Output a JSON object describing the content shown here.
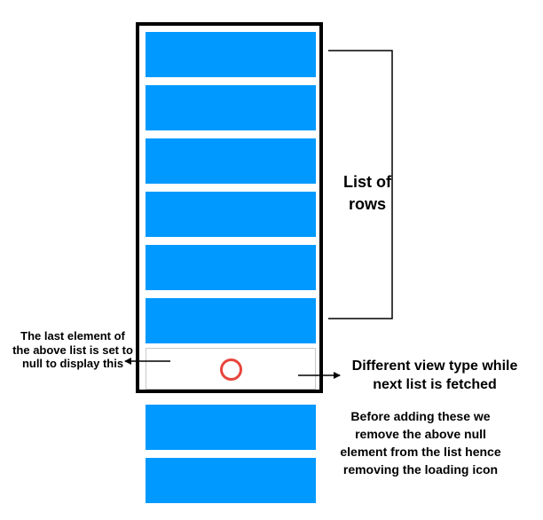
{
  "colors": {
    "row_fill": "#0099ff",
    "frame": "#000000",
    "spinner": "#e8453c"
  },
  "rows_in_frame": 6,
  "rows_below_frame": 2,
  "loading_icon": "loading-circle-icon",
  "labels": {
    "list_of_rows": "List of rows",
    "last_element": "The last element of the above list is set to null to display this",
    "view_type": "Different view type while next list is fetched",
    "before_adding": "Before adding these we remove the above null element from the list hence removing the loading icon"
  }
}
